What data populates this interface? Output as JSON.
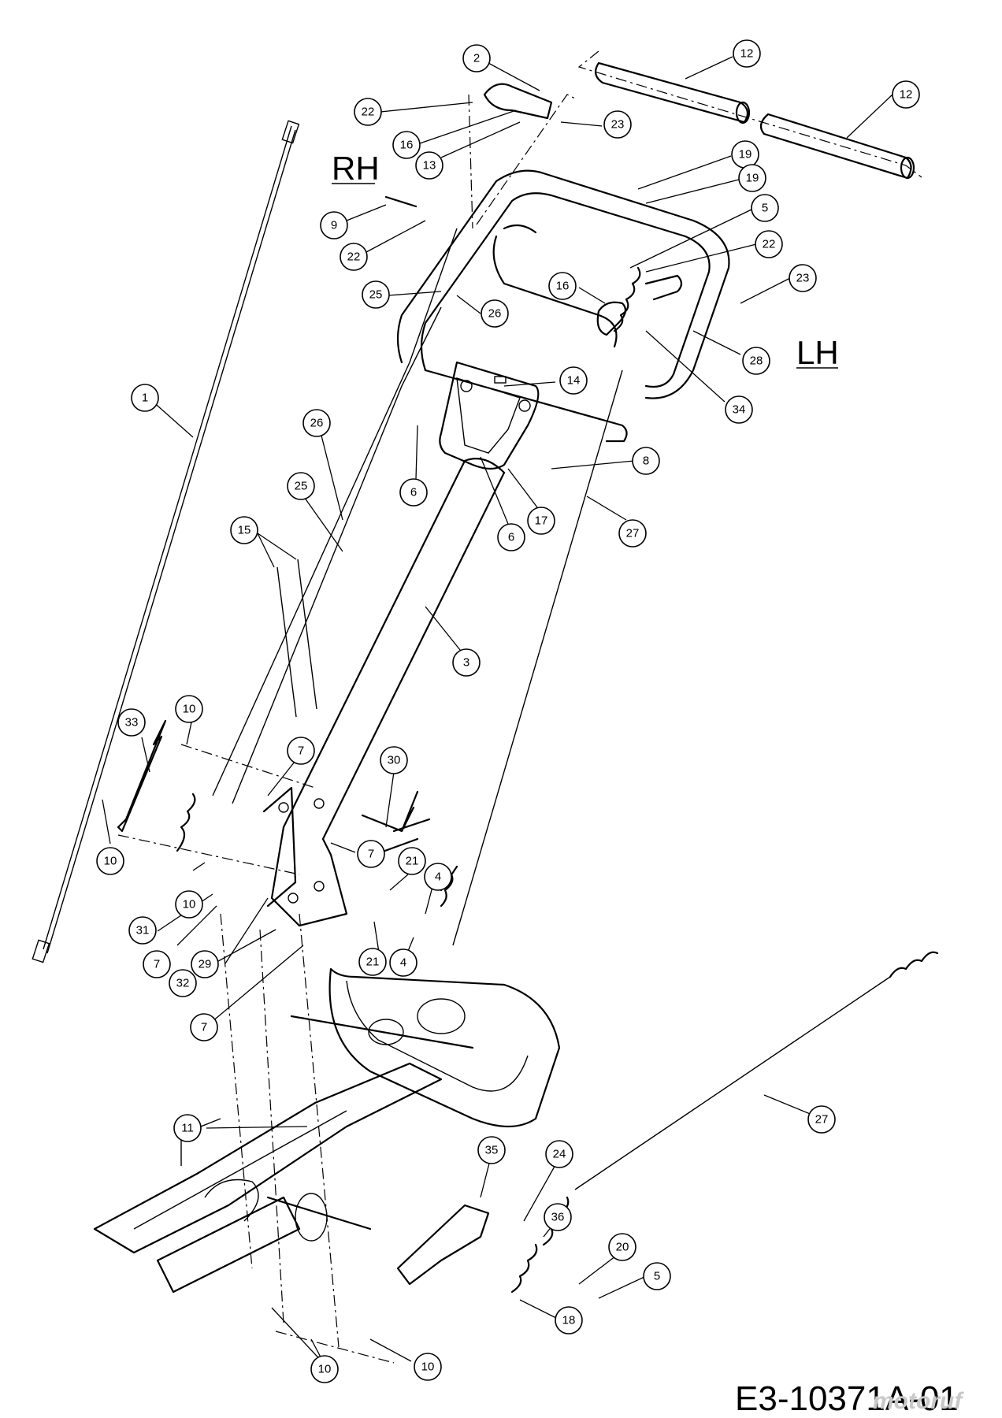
{
  "side_labels": {
    "rh": "RH",
    "lh": "LH"
  },
  "drawing_code": "E3-10371A-01",
  "watermark": "motoruf",
  "callouts": [
    {
      "id": "c12a",
      "label": "12"
    },
    {
      "id": "c12b",
      "label": "12"
    },
    {
      "id": "c2",
      "label": "2"
    },
    {
      "id": "c22a",
      "label": "22"
    },
    {
      "id": "c23a",
      "label": "23"
    },
    {
      "id": "c16a",
      "label": "16"
    },
    {
      "id": "c13",
      "label": "13"
    },
    {
      "id": "c19a",
      "label": "19"
    },
    {
      "id": "c19b",
      "label": "19"
    },
    {
      "id": "c9",
      "label": "9"
    },
    {
      "id": "c22b",
      "label": "22"
    },
    {
      "id": "c5a",
      "label": "5"
    },
    {
      "id": "c22c",
      "label": "22"
    },
    {
      "id": "c23b",
      "label": "23"
    },
    {
      "id": "c16b",
      "label": "16"
    },
    {
      "id": "c25a",
      "label": "25"
    },
    {
      "id": "c26a",
      "label": "26"
    },
    {
      "id": "c28",
      "label": "28"
    },
    {
      "id": "c34",
      "label": "34"
    },
    {
      "id": "c14",
      "label": "14"
    },
    {
      "id": "c1",
      "label": "1"
    },
    {
      "id": "c26b",
      "label": "26"
    },
    {
      "id": "c6a",
      "label": "6"
    },
    {
      "id": "c8",
      "label": "8"
    },
    {
      "id": "c17",
      "label": "17"
    },
    {
      "id": "c6b",
      "label": "6"
    },
    {
      "id": "c27a",
      "label": "27"
    },
    {
      "id": "c25b",
      "label": "25"
    },
    {
      "id": "c15",
      "label": "15"
    },
    {
      "id": "c3",
      "label": "3"
    },
    {
      "id": "c10a",
      "label": "10"
    },
    {
      "id": "c33",
      "label": "33"
    },
    {
      "id": "c7a",
      "label": "7"
    },
    {
      "id": "c30",
      "label": "30"
    },
    {
      "id": "c10b",
      "label": "10"
    },
    {
      "id": "c7b",
      "label": "7"
    },
    {
      "id": "c21a",
      "label": "21"
    },
    {
      "id": "c4a",
      "label": "4"
    },
    {
      "id": "c10c",
      "label": "10"
    },
    {
      "id": "c31",
      "label": "31"
    },
    {
      "id": "c7c",
      "label": "7"
    },
    {
      "id": "c29",
      "label": "29"
    },
    {
      "id": "c32",
      "label": "32"
    },
    {
      "id": "c21b",
      "label": "21"
    },
    {
      "id": "c4b",
      "label": "4"
    },
    {
      "id": "c7d",
      "label": "7"
    },
    {
      "id": "c27b",
      "label": "27"
    },
    {
      "id": "c11",
      "label": "11"
    },
    {
      "id": "c35",
      "label": "35"
    },
    {
      "id": "c24",
      "label": "24"
    },
    {
      "id": "c36",
      "label": "36"
    },
    {
      "id": "c20",
      "label": "20"
    },
    {
      "id": "c5b",
      "label": "5"
    },
    {
      "id": "c18",
      "label": "18"
    },
    {
      "id": "c10d",
      "label": "10"
    },
    {
      "id": "c10e",
      "label": "10"
    }
  ]
}
